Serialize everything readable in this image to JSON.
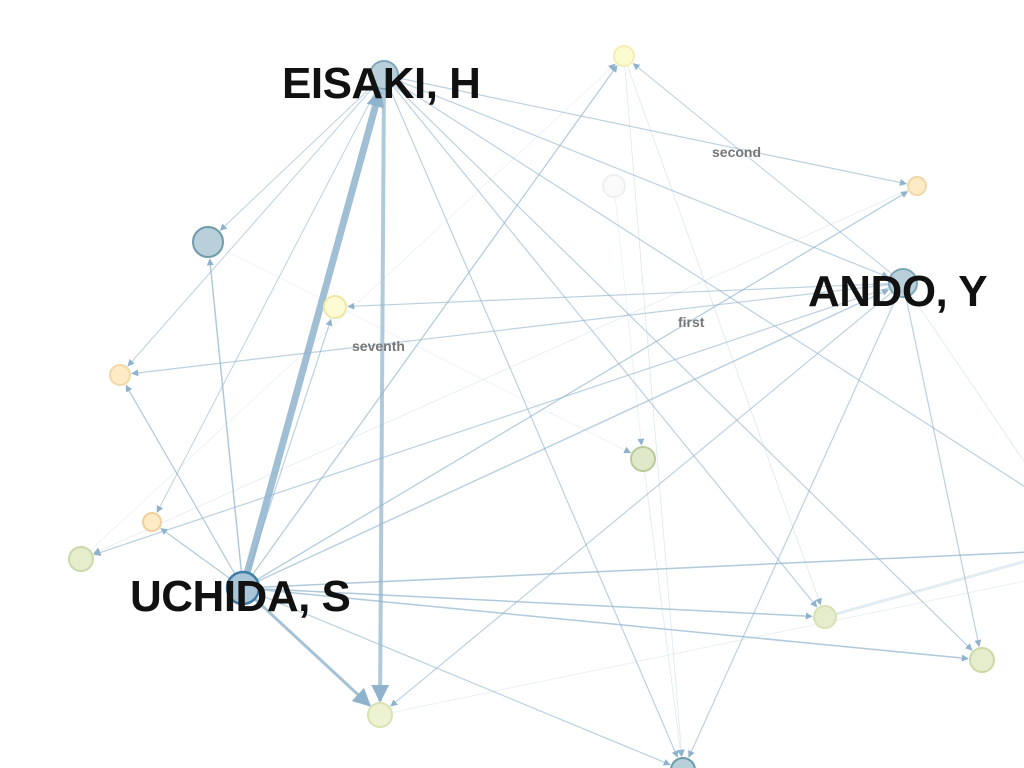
{
  "graph": {
    "labels": {
      "eisaki": "EISAKI, H",
      "ando": "ANDO, Y",
      "uchida": "UCHIDA, S"
    },
    "edge_labels": {
      "second": "second",
      "first": "first",
      "seventh": "seventh"
    },
    "colors": {
      "edge": "#8fb3cc",
      "node_blue": "#b9d0da",
      "node_yellow": "#fdfbd2",
      "node_orange": "#fdebc6",
      "node_green": "#e6edcc"
    }
  }
}
